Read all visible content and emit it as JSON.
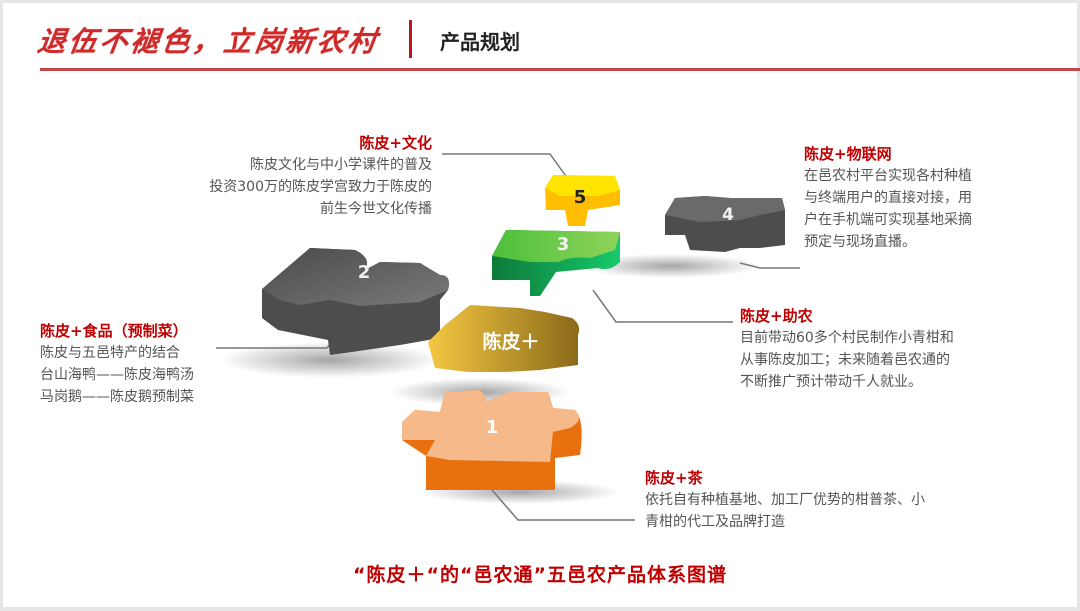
{
  "header": {
    "title": "退伍不褪色，立岗新农村",
    "subtitle": "产品规划"
  },
  "pieces": [
    {
      "id": "center",
      "label": "陈皮＋",
      "color": "#d9a93a"
    },
    {
      "id": "1",
      "label": "1",
      "color": "#e8700f"
    },
    {
      "id": "2",
      "label": "2",
      "color": "#555555"
    },
    {
      "id": "3",
      "label": "3",
      "color": "#1fa64a"
    },
    {
      "id": "4",
      "label": "4",
      "color": "#555555"
    },
    {
      "id": "5",
      "label": "5",
      "color": "#ffd400"
    }
  ],
  "callouts": {
    "culture": {
      "title": "陈皮+文化",
      "lines": [
        "陈皮文化与中小学课件的普及",
        "投资300万的陈皮学宫致力于陈皮的",
        "前生今世文化传播"
      ]
    },
    "iot": {
      "title": "陈皮+物联网",
      "lines": [
        "在邑农村平台实现各村种植",
        "与终端用户的直接对接，用",
        "户在手机端可实现基地采摘",
        "预定与现场直播。"
      ]
    },
    "food": {
      "title": "陈皮+食品（预制菜）",
      "lines": [
        "陈皮与五邑特产的结合",
        "台山海鸭——陈皮海鸭汤",
        "马岗鹅——陈皮鹅预制菜"
      ]
    },
    "agri": {
      "title": "陈皮+助农",
      "lines": [
        "目前带动60多个村民制作小青柑和",
        "从事陈皮加工；未来随着邑农通的",
        "不断推广预计带动千人就业。"
      ]
    },
    "tea": {
      "title": "陈皮+茶",
      "lines": [
        "依托自有种植基地、加工厂优势的柑普茶、小",
        "青柑的代工及品牌打造"
      ]
    }
  },
  "caption": "“陈皮＋“的“邑农通”五邑农产品体系图谱",
  "colors": {
    "accent_red": "#c00000",
    "header_rule": "#c0484a",
    "body_text": "#555555"
  }
}
